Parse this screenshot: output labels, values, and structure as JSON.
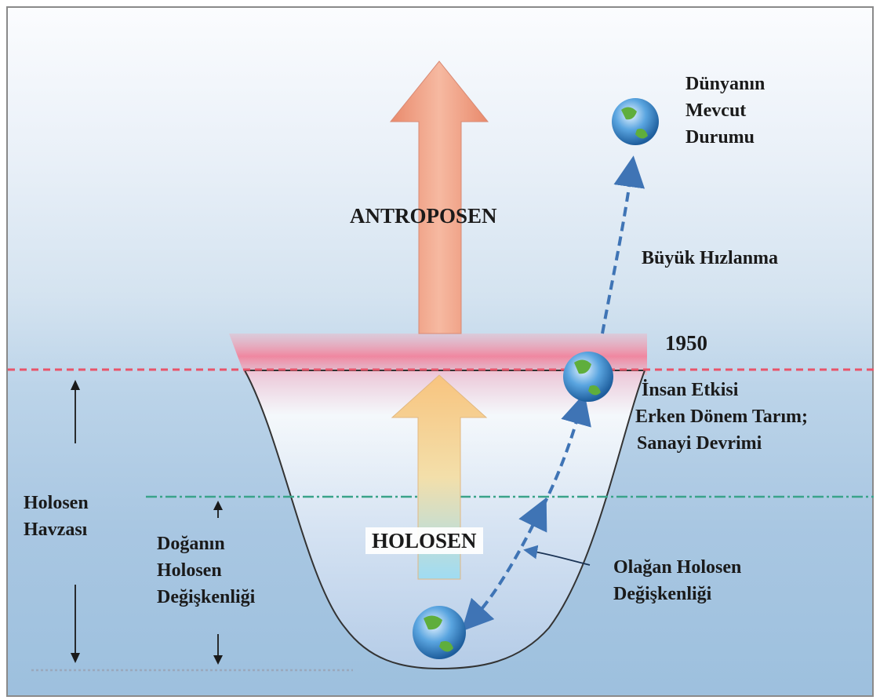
{
  "labels": {
    "antroposen": "ANTROPOSEN",
    "holosen": "HOLOSEN",
    "year": "1950",
    "current_state": [
      "Dünyanın",
      "Mevcut",
      "Durumu"
    ],
    "great_acceleration": "Büyük Hızlanma",
    "human_impact": [
      "İnsan Etkisi",
      "Erken Dönem Tarım;",
      "Sanayi Devrimi"
    ],
    "holocene_basin": [
      "Holosen",
      "Havzası"
    ],
    "natural_variability": [
      "Doğanın",
      "Holosen",
      "Değişkenliği"
    ],
    "normal_variability": [
      "Olağan Holosen",
      "Değişkenliği"
    ]
  },
  "icons": [
    "earth-globe-icon",
    "up-arrow-icon",
    "down-arrow-icon"
  ],
  "colors": {
    "antroposen_arrow": "#f2a58a",
    "holosen_arrow_top": "#f9c88a",
    "holosen_arrow_bottom": "#a9dff3",
    "boundary_1950": "#e8546a",
    "holosen_limit": "#3aa38a",
    "trajectory": "#3f74b5",
    "basin_outline": "#333333"
  }
}
